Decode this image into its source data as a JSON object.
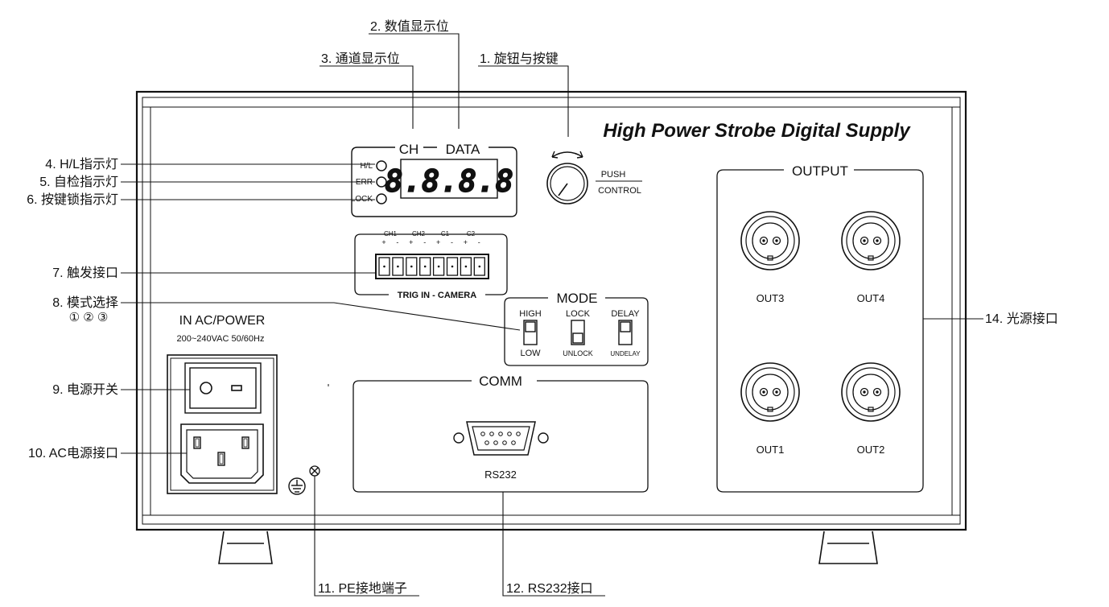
{
  "device": {
    "title": "High Power Strobe Digital Supply",
    "display": {
      "ch_label": "CH",
      "data_label": "DATA",
      "hl_led": "H/L",
      "err_led": "ERR",
      "lock_led": "LOCK",
      "digits": "8.8.8.8"
    },
    "knob": {
      "push": "PUSH",
      "control": "CONTROL"
    },
    "trigger": {
      "ch1": "CH1",
      "ch2": "CH2",
      "c1": "C1",
      "c2": "C2",
      "plus": "+",
      "minus": "-",
      "caption": "TRIG IN  -  CAMERA"
    },
    "mode": {
      "title": "MODE",
      "sw1_top": "HIGH",
      "sw1_bottom": "LOW",
      "sw2_top": "LOCK",
      "sw2_bottom": "UNLOCK",
      "sw3_top": "DELAY",
      "sw3_bottom": "UNDELAY"
    },
    "power": {
      "title": "IN AC/POWER",
      "rating": "200~240VAC 50/60Hz"
    },
    "comm": {
      "title": "COMM",
      "port": "RS232"
    },
    "output": {
      "title": "OUTPUT",
      "ports": [
        "OUT3",
        "OUT4",
        "OUT1",
        "OUT2"
      ]
    }
  },
  "callouts": {
    "c1": "1. 旋钮与按键",
    "c2": "2. 数值显示位",
    "c3": "3. 通道显示位",
    "c4": "4. H/L指示灯",
    "c5": "5. 自检指示灯",
    "c6": "6. 按键锁指示灯",
    "c7": "7. 触发接口",
    "c8": "8. 模式选择",
    "c8_sub": "① ② ③",
    "c9": "9. 电源开关",
    "c10": "10. AC电源接口",
    "c11": "11. PE接地端子",
    "c12": "12. RS232接口",
    "c14": "14. 光源接口"
  }
}
